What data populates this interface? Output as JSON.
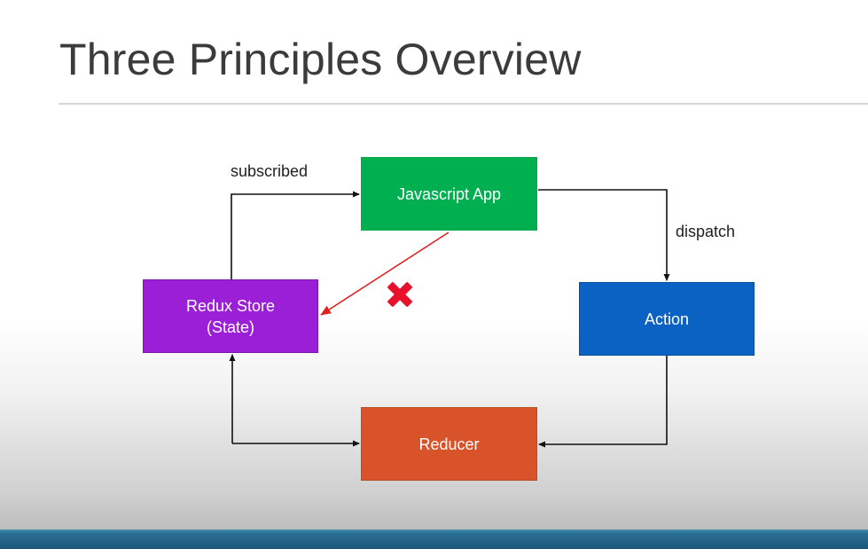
{
  "slide": {
    "title": "Three Principles Overview"
  },
  "nodes": {
    "app": {
      "label": "Javascript App",
      "color": "#00b050"
    },
    "store": {
      "label_line1": "Redux Store",
      "label_line2": "(State)",
      "color": "#9b1fd6"
    },
    "action": {
      "label": "Action",
      "color": "#0b62c2"
    },
    "reducer": {
      "label": "Reducer",
      "color": "#d9532a"
    }
  },
  "edges": {
    "subscribed": {
      "label": "subscribed",
      "from": "Redux Store",
      "to": "Javascript App"
    },
    "dispatch": {
      "label": "dispatch",
      "from": "Javascript App",
      "to": "Action"
    },
    "action_to_reducer": {
      "from": "Action",
      "to": "Reducer"
    },
    "reducer_to_store": {
      "from": "Reducer",
      "to": "Redux Store",
      "bidirectional": true
    },
    "direct_mutation": {
      "from": "Javascript App",
      "to": "Redux Store",
      "color": "#e02020",
      "blocked": true
    }
  },
  "colors": {
    "line": "#111111",
    "forbidden": "#e8102b",
    "bottom_bar": "#1b577a"
  },
  "icons": {
    "blocked_marker": "cross-icon"
  }
}
